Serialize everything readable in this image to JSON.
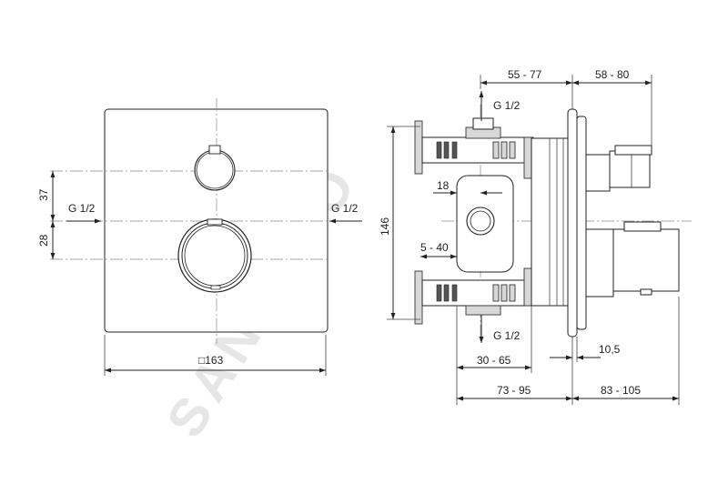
{
  "watermark": "SANITINO",
  "front_view": {
    "inlet_left": "G 1/2",
    "inlet_right": "G 1/2",
    "dim_upper": "37",
    "dim_lower": "28",
    "dim_width": "□163"
  },
  "side_view": {
    "dim_top_inner": "55 - 77",
    "dim_top_outer": "58 - 80",
    "outlet_top": "G 1/2",
    "outlet_bottom": "G 1/2",
    "dim_height": "146",
    "dim_18": "18",
    "dim_5_40": "5 - 40",
    "dim_30_65": "30 - 65",
    "dim_10_5": "10,5",
    "dim_73_95": "73 - 95",
    "dim_83_105": "83 - 105"
  }
}
